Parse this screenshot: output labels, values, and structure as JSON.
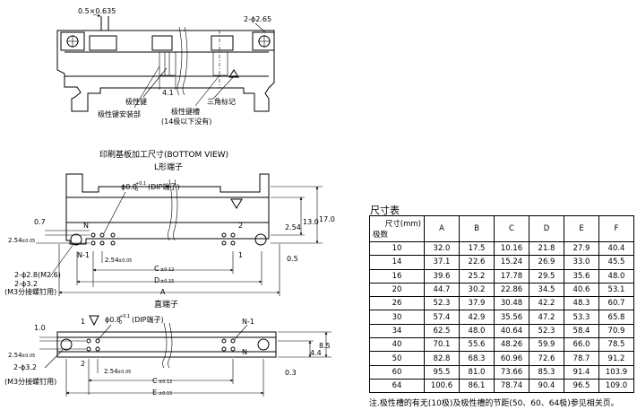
{
  "top_view": {
    "pitch_label": "0.5×0.635",
    "hole_label": "2-ϕ2.65",
    "dim_label": "4.1",
    "callouts": {
      "polarity_key": "极性键",
      "polarity_key_mount": "极性键安装部",
      "polarity_slot": "极性键槽",
      "polarity_slot_note": "(14极以下没有)",
      "triangle_mark": "三角标记"
    }
  },
  "pcb_title": "印刷基板加工尺寸(BOTTOM VIEW)",
  "l_type": {
    "title": "L形端子",
    "dip_label": "ϕ0.8",
    "dip_tol_upper": "+0.1",
    "dip_tol_lower": "0",
    "dip_suffix": "(DIP端子)",
    "pin_n": "N",
    "pin_n1": "N-1",
    "pin_2": "2",
    "pin_1": "1",
    "d_07": "0.7",
    "d_254_left": "2.54",
    "d_254_left_tol": "±0.05",
    "d_254_right": "2.54",
    "d_130": "13.0",
    "d_170": "17.0",
    "d_05": "0.5",
    "d_254_bottom": "2.54",
    "d_254_bottom_tol": "±0.05",
    "d_C": "C",
    "d_C_tol": "±0.12",
    "d_D": "D",
    "d_D_tol": "±0.15",
    "d_A": "A",
    "hole_1": "2-ϕ2.8(M2.6)",
    "hole_2": "2-ϕ3.2",
    "hole_3": "(M3分接螺钉用)"
  },
  "straight_type": {
    "title": "直端子",
    "pin_1": "1",
    "dip_label": "ϕ0.8",
    "dip_tol_upper": "+0.1",
    "dip_tol_lower": "0",
    "dip_suffix": "(DIP端子)",
    "pin_n1": "N-1",
    "pin_n": "N",
    "pin_2": "2",
    "d_10": "1.0",
    "d_254_left": "2.54",
    "d_254_left_tol": "±0.05",
    "d_85": "8.5",
    "d_44": "4.4",
    "d_03": "0.3",
    "d_254_bottom": "2.54",
    "d_254_bottom_tol": "±0.05",
    "d_C": "C",
    "d_C_tol": "±0.12",
    "d_E": "E",
    "d_E_tol": "±0.15",
    "hole_1": "2-ϕ3.2",
    "hole_2": "(M3分接螺钉用)"
  },
  "dim_table": {
    "title": "尺寸表",
    "corner_top": "尺寸(mm)",
    "corner_bottom": "极数",
    "headers": [
      "A",
      "B",
      "C",
      "D",
      "E",
      "F"
    ],
    "rows": [
      {
        "poles": "10",
        "values": [
          "32.0",
          "17.5",
          "10.16",
          "21.8",
          "27.9",
          "40.4"
        ]
      },
      {
        "poles": "14",
        "values": [
          "37.1",
          "22.6",
          "15.24",
          "26.9",
          "33.0",
          "45.5"
        ]
      },
      {
        "poles": "16",
        "values": [
          "39.6",
          "25.2",
          "17.78",
          "29.5",
          "35.6",
          "48.0"
        ]
      },
      {
        "poles": "20",
        "values": [
          "44.7",
          "30.2",
          "22.86",
          "34.5",
          "40.6",
          "53.1"
        ]
      },
      {
        "poles": "26",
        "values": [
          "52.3",
          "37.9",
          "30.48",
          "42.2",
          "48.3",
          "60.7"
        ]
      },
      {
        "poles": "30",
        "values": [
          "57.4",
          "42.9",
          "35.56",
          "47.2",
          "53.3",
          "65.8"
        ]
      },
      {
        "poles": "34",
        "values": [
          "62.5",
          "48.0",
          "40.64",
          "52.3",
          "58.4",
          "70.9"
        ]
      },
      {
        "poles": "40",
        "values": [
          "70.1",
          "55.6",
          "48.26",
          "59.9",
          "66.0",
          "78.5"
        ]
      },
      {
        "poles": "50",
        "values": [
          "82.8",
          "68.3",
          "60.96",
          "72.6",
          "78.7",
          "91.2"
        ]
      },
      {
        "poles": "60",
        "values": [
          "95.5",
          "81.0",
          "73.66",
          "85.3",
          "91.4",
          "103.9"
        ]
      },
      {
        "poles": "64",
        "values": [
          "100.6",
          "86.1",
          "78.74",
          "90.4",
          "96.5",
          "109.0"
        ]
      }
    ],
    "note": "注.极性槽的有无(10极)及极性槽的节距(50、60、64极)参见相关页。"
  }
}
